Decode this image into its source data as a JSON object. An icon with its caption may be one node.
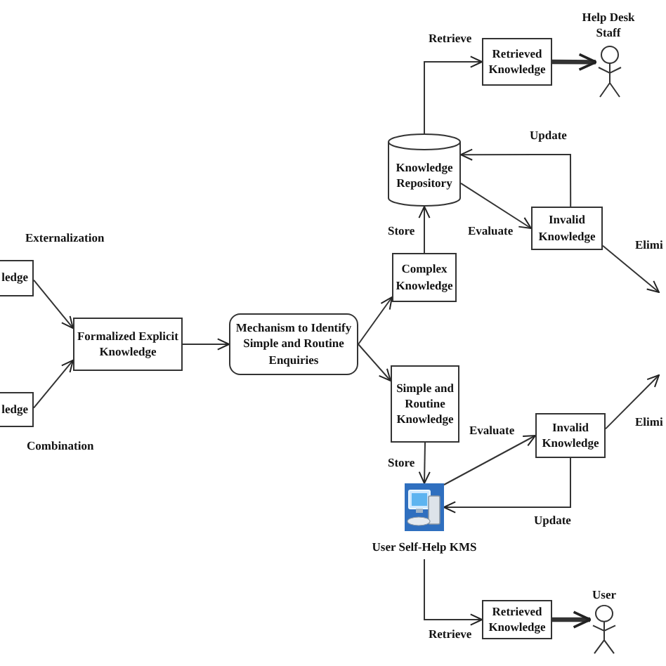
{
  "diagram": {
    "nodes": [
      {
        "text": [
          "ledge"
        ]
      },
      {
        "text": [
          "ledge"
        ]
      },
      {
        "text": [
          "Formalized Explicit Knowledge"
        ]
      },
      {
        "text": [
          "Mechanism to Identify Simple and Routine Enquiries"
        ]
      },
      {
        "text": [
          "Complex Knowledge"
        ]
      },
      {
        "text": [
          "Knowledge Repository"
        ]
      },
      {
        "text": [
          "Retrieved Knowledge"
        ]
      },
      {
        "text": [],
        "shape": "person",
        "beside": [
          "Help Desk Staff"
        ]
      },
      {
        "text": [
          "Invalid Knowledge"
        ]
      },
      {
        "text": [
          "Simple and Routine Knowledge"
        ]
      },
      {
        "text": [
          "User Self-Help KMS"
        ]
      },
      {
        "text": [
          "Invalid Knowledge"
        ]
      },
      {
        "text": [
          "Retrieved Knowledge"
        ]
      },
      {
        "text": [],
        "shape": "person",
        "beside": [
          "User"
        ]
      }
    ],
    "edges": [
      {
        "from": 0,
        "to": 2,
        "arrow": "to",
        "label": "Externalization"
      },
      {
        "from": 1,
        "to": 2,
        "arrow": "to",
        "label": "Combination"
      },
      {
        "from": 2,
        "to": 3,
        "arrow": "to"
      },
      {
        "from": 3,
        "to": 4,
        "arrow": "to"
      },
      {
        "from": 3,
        "to": 9,
        "arrow": "to"
      },
      {
        "from": 4,
        "to": 5,
        "arrow": "to",
        "label": "Store"
      },
      {
        "from": 5,
        "to": 6,
        "arrow": "to",
        "label": "Retrieve"
      },
      {
        "from": 6,
        "to": 7,
        "arrow": "to",
        "style": "thick"
      },
      {
        "from": 5,
        "to": 8,
        "arrow": "to",
        "label": "Evaluate"
      },
      {
        "from": 8,
        "to": 5,
        "arrow": "to",
        "label": "Update"
      },
      {
        "from": 8,
        "to": null,
        "arrow": "to",
        "label": "Elimi"
      },
      {
        "from": 9,
        "to": 10,
        "arrow": "to",
        "label": "Store"
      },
      {
        "from": 10,
        "to": 11,
        "arrow": "to",
        "label": "Evaluate"
      },
      {
        "from": 11,
        "to": 10,
        "arrow": "to",
        "label": "Update"
      },
      {
        "from": 11,
        "to": null,
        "arrow": "to",
        "label": "Elimi"
      },
      {
        "from": 10,
        "to": 12,
        "arrow": "to",
        "label": "Retrieve"
      },
      {
        "from": 12,
        "to": 13,
        "arrow": "to",
        "style": "thick"
      }
    ]
  }
}
